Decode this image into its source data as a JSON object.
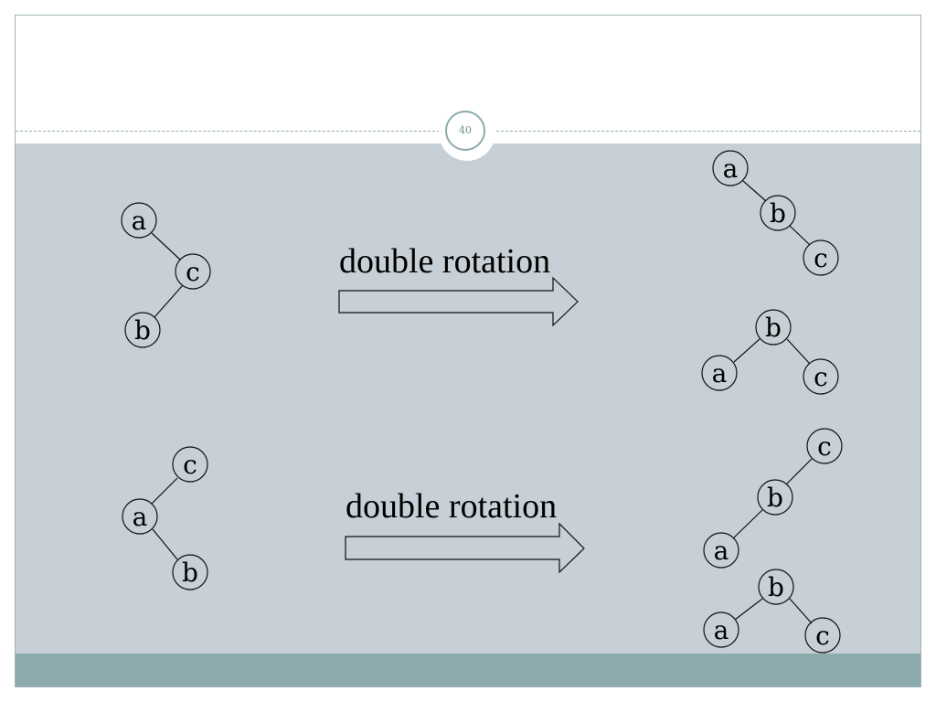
{
  "page_number": "40",
  "colors": {
    "content_bg": "#c6d0d6",
    "accent": "#8dabae"
  },
  "rows": [
    {
      "label": "double rotation",
      "before": {
        "nodes": [
          "a",
          "c",
          "b"
        ]
      },
      "after": [
        {
          "nodes": [
            "a",
            "b",
            "c"
          ]
        },
        {
          "nodes": [
            "b",
            "a",
            "c"
          ]
        }
      ]
    },
    {
      "label": "double rotation",
      "before": {
        "nodes": [
          "c",
          "a",
          "b"
        ]
      },
      "after": [
        {
          "nodes": [
            "c",
            "b",
            "a"
          ]
        },
        {
          "nodes": [
            "b",
            "a",
            "c"
          ]
        }
      ]
    }
  ]
}
